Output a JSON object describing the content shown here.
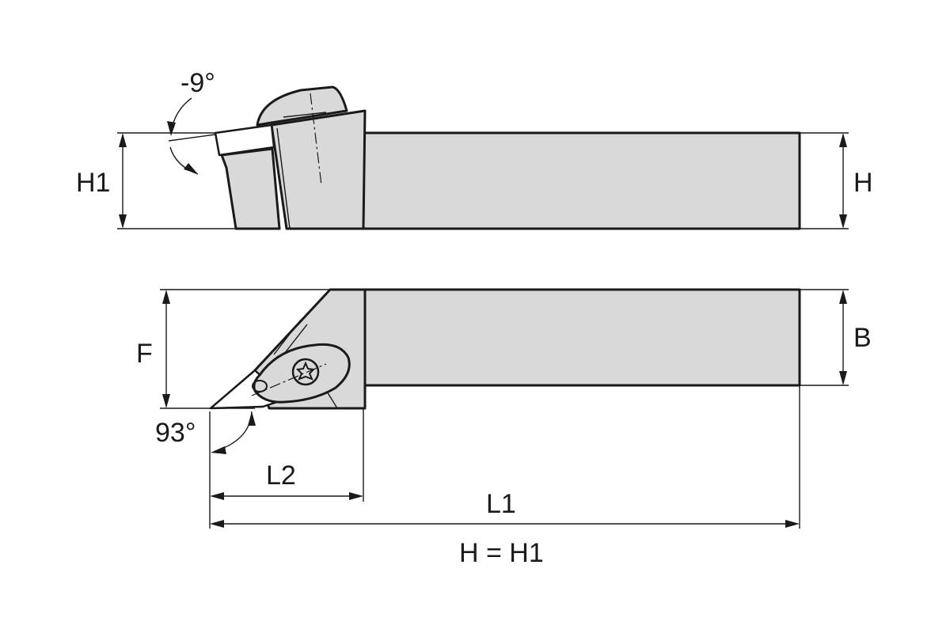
{
  "labels": {
    "angle_top": "-9°",
    "h1": "H1",
    "h": "H",
    "f": "F",
    "b": "B",
    "angle_bottom": "93°",
    "l2": "L2",
    "l1": "L1",
    "note": "H = H1"
  },
  "colors": {
    "body": "#d9d9d9",
    "line": "#1a1a1a",
    "background": "#ffffff"
  }
}
